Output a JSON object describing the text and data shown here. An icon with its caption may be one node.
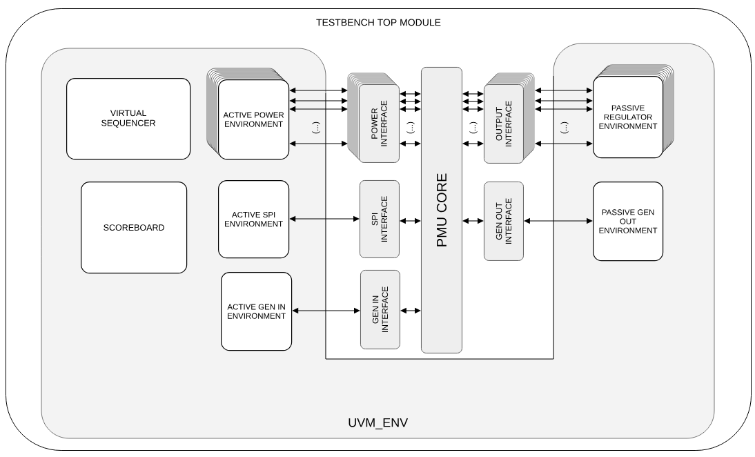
{
  "diagram": {
    "nodes": [
      {
        "text": [
          "TESTBENCH TOP MODULE"
        ]
      },
      {
        "text": [
          "UVM_ENV"
        ],
        "in": 0
      },
      {
        "text": [
          "VIRTUAL SEQUENCER"
        ],
        "in": 1
      },
      {
        "text": [
          "SCOREBOARD"
        ],
        "in": 1
      },
      {
        "text": [
          "ACTIVE POWER ENVIRONMENT"
        ],
        "in": 1
      },
      {
        "text": [
          "ACTIVE SPI ENVIRONMENT"
        ],
        "in": 1
      },
      {
        "text": [
          "ACTIVE GEN IN ENVIRONMENT"
        ],
        "in": 1
      },
      {
        "text": [
          "POWER INTERFACE"
        ],
        "in": 0
      },
      {
        "text": [
          "SPI INTERFACE"
        ],
        "in": 0
      },
      {
        "text": [
          "GEN IN INTERFACE"
        ],
        "in": 0
      },
      {
        "text": [
          "PMU CORE"
        ],
        "in": 0
      },
      {
        "text": [
          "OUTPUT INTERFACE"
        ],
        "in": 0
      },
      {
        "text": [
          "GEN OUT INTERFACE"
        ],
        "in": 0
      },
      {
        "text": [
          "PASSIVE REGULATOR ENVIRONMENT"
        ],
        "in": 1
      },
      {
        "text": [
          "PASSIVE GEN OUT ENVIRONMENT"
        ],
        "in": 1
      }
    ],
    "edges": [
      {
        "from": 4,
        "to": 7,
        "arrow": "both"
      },
      {
        "from": 4,
        "to": 7,
        "arrow": "both"
      },
      {
        "from": 4,
        "to": 7,
        "arrow": "both"
      },
      {
        "from": 4,
        "to": 7,
        "arrow": "both"
      },
      {
        "from": 7,
        "to": 10,
        "arrow": "both"
      },
      {
        "from": 7,
        "to": 10,
        "arrow": "both"
      },
      {
        "from": 7,
        "to": 10,
        "arrow": "both"
      },
      {
        "from": 7,
        "to": 10,
        "arrow": "both"
      },
      {
        "from": 10,
        "to": 11,
        "arrow": "both"
      },
      {
        "from": 10,
        "to": 11,
        "arrow": "both"
      },
      {
        "from": 10,
        "to": 11,
        "arrow": "both"
      },
      {
        "from": 10,
        "to": 11,
        "arrow": "both"
      },
      {
        "from": 11,
        "to": 13,
        "arrow": "both"
      },
      {
        "from": 11,
        "to": 13,
        "arrow": "both"
      },
      {
        "from": 11,
        "to": 13,
        "arrow": "both"
      },
      {
        "from": 11,
        "to": 13,
        "arrow": "both"
      },
      {
        "from": 5,
        "to": 8,
        "arrow": "both"
      },
      {
        "from": 8,
        "to": 10,
        "arrow": "both"
      },
      {
        "from": 6,
        "to": 9,
        "arrow": "both"
      },
      {
        "from": 9,
        "to": 10,
        "arrow": "both"
      },
      {
        "from": 10,
        "to": 12,
        "arrow": "both"
      },
      {
        "from": 12,
        "to": 14,
        "arrow": "both"
      }
    ],
    "labels": [
      "(...)",
      "(...)",
      "(...)",
      "(...)"
    ]
  }
}
